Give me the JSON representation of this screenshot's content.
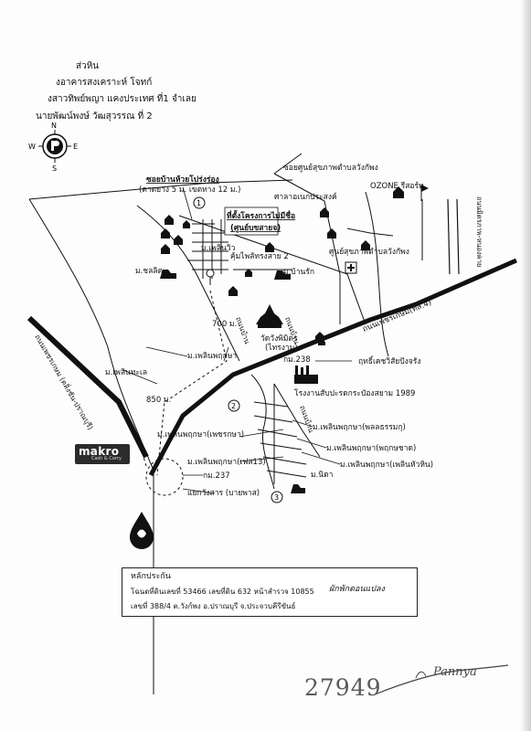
{
  "header": {
    "line1": "ส่วหิน",
    "line2": "งอาคารสงเคราะห์  โจทก์",
    "line3": "งสาวทิพย์พญา แคงประเทศ ที่1  จำเลย",
    "line4": "นายพัฒน์พงษ์ วัฒสุวรรณ ที่ 2"
  },
  "compass": {
    "n": "N",
    "s": "S",
    "e": "E",
    "w": "W"
  },
  "labels": {
    "soi_school": "ซอยบ้านห้วยโปร่งร่อง",
    "soi_school_sub": "(ตาดยาง 5 ม. เขตทาง 12 ม.)",
    "soi_health": "ซอยศูนย์สุขภาพตำบลวังกัพง",
    "sala": "ศาลาอเนกประสงค์",
    "ozone": "OZONE รีสอร์ท",
    "road_right": "ถนนมิตรภาพ-หนองคาย",
    "site": "ที่ตั้งโครงการไม่มีชื่อ",
    "site_sub": "(ศูนย์บขสายจ)",
    "m_chon": "ม.เพลินวิว",
    "num1": "1",
    "num2": "2",
    "num3": "3",
    "health_center": "ศูนย์สุขภาพตำบลวังกัพง",
    "khum": "คุ้มไพลัทรงสาย 2",
    "m_chalit": "ม.ชลลิต",
    "m_baan": "ม.บ้านรัก",
    "dist700": "700 ม.",
    "wat": "วัดวังพิมิตร",
    "wat_sub": "(ไทรงาม)",
    "road_moo": "ถนนบ้าน",
    "road_to": "ถนนเพชรเกษม(ทล.4)",
    "km238": "กม.238",
    "factory_label": "ฤทธิ์เคชวิสัยปังจรัง",
    "factory": "โรงงานสับปะรดกระป๋องสยาม 1989",
    "m_plern1": "ม.เพลินพฤกษา",
    "m_plern_talay": "ม.เพลินทะเล",
    "dist850": "850 ม.",
    "m_plern_pol": "ม.เพลินพฤกษา(พลลธรรมกุ)",
    "m_plern_chalaem": "ม.เพลินพฤกษา(เพชรกษา)",
    "m_plern_chad": "ม.เพลินพฤกษา(พฤกษชาด)",
    "m_plern_13": "ม.เพลินพฤกษา(เฟส13)",
    "m_plern_hua": "ม.เพลินพฤกษา(เพลินหัวหิน)",
    "km237": "กม.237",
    "m_nida": "ม.นิดา",
    "junction": "แยกวังสาร (บายพาส)",
    "road_left": "ถนนเพชรเกษม (ตลิ่งชัน-ปราณบุรี)",
    "makro_main": "makro",
    "makro_sub": "Cash & Carry"
  },
  "legend": {
    "title": "หลักประกัน",
    "line1": "โฉนดที่ดินเลขที่ 53466  เลขที่ดิน  632  หน้าสำรวจ  10855",
    "line1_hand": "ผักพักตอนแปลง",
    "line2": "เลขที่ 388/4  ต.วังก์พง  อ.ปราณบุรี  จ.ประจวบคีรีขันธ์"
  },
  "signature": {
    "number": "27949",
    "name": "Pannya"
  }
}
